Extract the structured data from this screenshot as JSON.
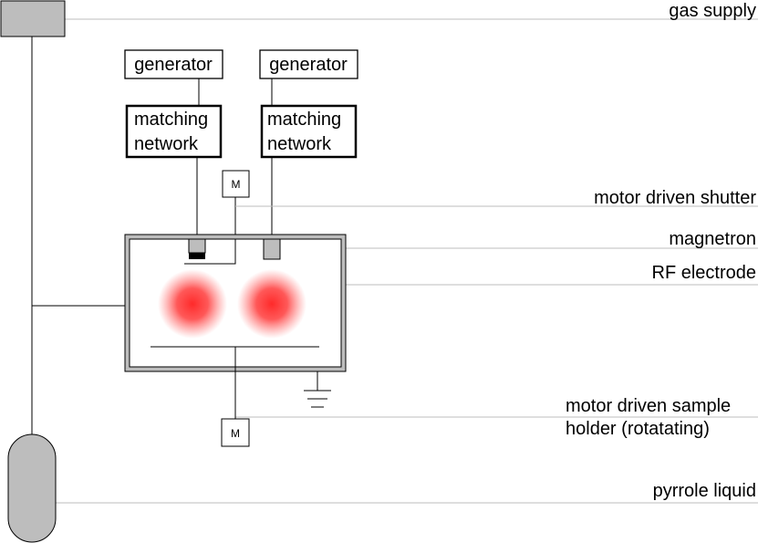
{
  "labels": {
    "gas_supply": "gas supply",
    "generator_left": "generator",
    "generator_right": "generator",
    "matching_left_1": "matching",
    "matching_left_2": "network",
    "matching_right_1": "matching",
    "matching_right_2": "network",
    "motor_top": "M",
    "motor_bottom": "M",
    "shutter": "motor driven shutter",
    "magnetron": "magnetron",
    "rf_electrode": "RF electrode",
    "sample_holder_1": "motor driven sample",
    "sample_holder_2": "holder (rotatating)",
    "pyrrole": "pyrrole liquid"
  },
  "colors": {
    "component_fill": "#bdbdbd",
    "plasma": "#ff2a2a",
    "leader_line": "#bdbdbd"
  }
}
